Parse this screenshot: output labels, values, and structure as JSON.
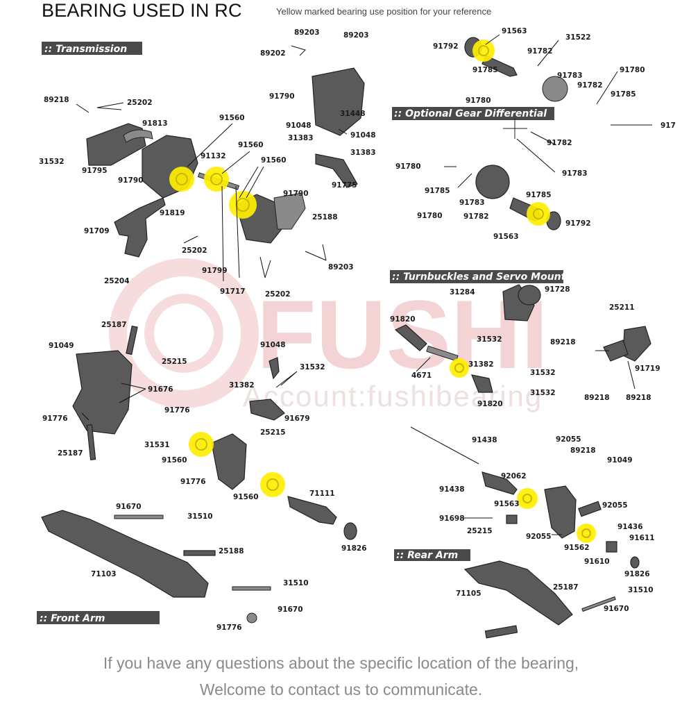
{
  "header": {
    "title": "BEARING USED IN RC",
    "subtitle": "Yellow marked bearing use position for your reference"
  },
  "sections": {
    "transmission": ":: Transmission",
    "gear_diff": ":: Optional Gear Differential",
    "turnbuckles": ":: Turnbuckles and Servo Mounts",
    "rear_arm": ":: Rear Arm",
    "front_arm": ":: Front Arm"
  },
  "watermark": {
    "brand": "FUSHI",
    "account": "Account:fushibearing"
  },
  "part_numbers": {
    "t1": "89203",
    "t2": "89203",
    "t3": "89202",
    "t4": "91790",
    "t5": "31448",
    "t6": "91048",
    "t7": "91048",
    "t8": "31383",
    "t9": "31383",
    "t10": "91775",
    "t11": "89218",
    "t12": "25202",
    "t13": "91813",
    "t14": "31532",
    "t15": "91795",
    "t16": "91790",
    "t17": "91560",
    "t18": "91560",
    "t19": "91132",
    "t20": "91560",
    "t21": "91790",
    "t22": "91819",
    "t23": "25188",
    "t24": "91709",
    "t25": "25202",
    "t26": "91799",
    "t27": "89203",
    "t28": "25204",
    "t29": "91717",
    "t30": "25202",
    "g1": "91563",
    "g2": "91792",
    "g3": "31522",
    "g4": "91782",
    "g5": "91785",
    "g6": "91783",
    "g7": "91780",
    "g8": "91782",
    "g9": "91785",
    "g10": "91780",
    "g11": "917",
    "g12": "91782",
    "g13": "91780",
    "g14": "91783",
    "g15": "91785",
    "g16": "91785",
    "g17": "91783",
    "g18": "91780",
    "g19": "91782",
    "g20": "91792",
    "g21": "91563",
    "s1": "31284",
    "s2": "91728",
    "s3": "25211",
    "s4": "91820",
    "s5": "31532",
    "s6": "89218",
    "s7": "91719",
    "s8": "31382",
    "s9": "4671",
    "s10": "31532",
    "s11": "31532",
    "s12": "91820",
    "s13": "89218",
    "s14": "89218",
    "f1": "25187",
    "f2": "91049",
    "f3": "25215",
    "f4": "91048",
    "f5": "31532",
    "f6": "91676",
    "f7": "31382",
    "f8": "91776",
    "f9": "91776",
    "f10": "91679",
    "f11": "25215",
    "f12": "31531",
    "f13": "25187",
    "f14": "91560",
    "f15": "91776",
    "f16": "91560",
    "f17": "71111",
    "f18": "91670",
    "f19": "31510",
    "f20": "91826",
    "f21": "25188",
    "f22": "71103",
    "f23": "31510",
    "f24": "91670",
    "f25": "91776",
    "r1": "91438",
    "r2": "92055",
    "r3": "89218",
    "r4": "91049",
    "r5": "92062",
    "r6": "91438",
    "r7": "91563",
    "r8": "92055",
    "r9": "91698",
    "r10": "91436",
    "r11": "25215",
    "r12": "92055",
    "r13": "91611",
    "r14": "91562",
    "r15": "91610",
    "r16": "91826",
    "r17": "25187",
    "r18": "31510",
    "r19": "71105",
    "r20": "91670"
  },
  "footer": {
    "line1": "If you have any questions about the specific location of the bearing,",
    "line2": "Welcome to contact us to communicate."
  },
  "colors": {
    "highlight": "#ffee00",
    "section_bg": "#4a4a4a",
    "part": "#5a5a5a",
    "footer_text": "#8a8a8a",
    "watermark": "#f3d3d3"
  }
}
